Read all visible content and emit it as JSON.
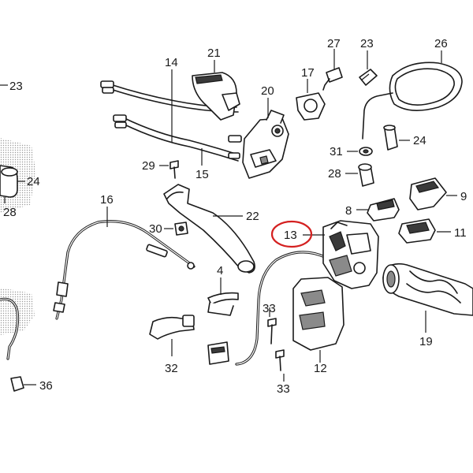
{
  "callouts": [
    {
      "id": "23a",
      "text": "23"
    },
    {
      "id": "24a",
      "text": "24"
    },
    {
      "id": "28a",
      "text": "28"
    },
    {
      "id": "36",
      "text": "36"
    },
    {
      "id": "14",
      "text": "14"
    },
    {
      "id": "21",
      "text": "21"
    },
    {
      "id": "20",
      "text": "20"
    },
    {
      "id": "17",
      "text": "17"
    },
    {
      "id": "27",
      "text": "27"
    },
    {
      "id": "23b",
      "text": "23"
    },
    {
      "id": "26",
      "text": "26"
    },
    {
      "id": "24b",
      "text": "24"
    },
    {
      "id": "31",
      "text": "31"
    },
    {
      "id": "28b",
      "text": "28"
    },
    {
      "id": "29",
      "text": "29"
    },
    {
      "id": "15",
      "text": "15"
    },
    {
      "id": "16",
      "text": "16"
    },
    {
      "id": "22",
      "text": "22"
    },
    {
      "id": "30",
      "text": "30"
    },
    {
      "id": "9",
      "text": "9"
    },
    {
      "id": "8",
      "text": "8"
    },
    {
      "id": "11",
      "text": "11"
    },
    {
      "id": "13",
      "text": "13"
    },
    {
      "id": "4",
      "text": "4"
    },
    {
      "id": "33a",
      "text": "33"
    },
    {
      "id": "33b",
      "text": "33"
    },
    {
      "id": "32",
      "text": "32"
    },
    {
      "id": "12",
      "text": "12"
    },
    {
      "id": "19",
      "text": "19"
    }
  ],
  "highlight": {
    "callout": "13",
    "color": "#d42020"
  }
}
